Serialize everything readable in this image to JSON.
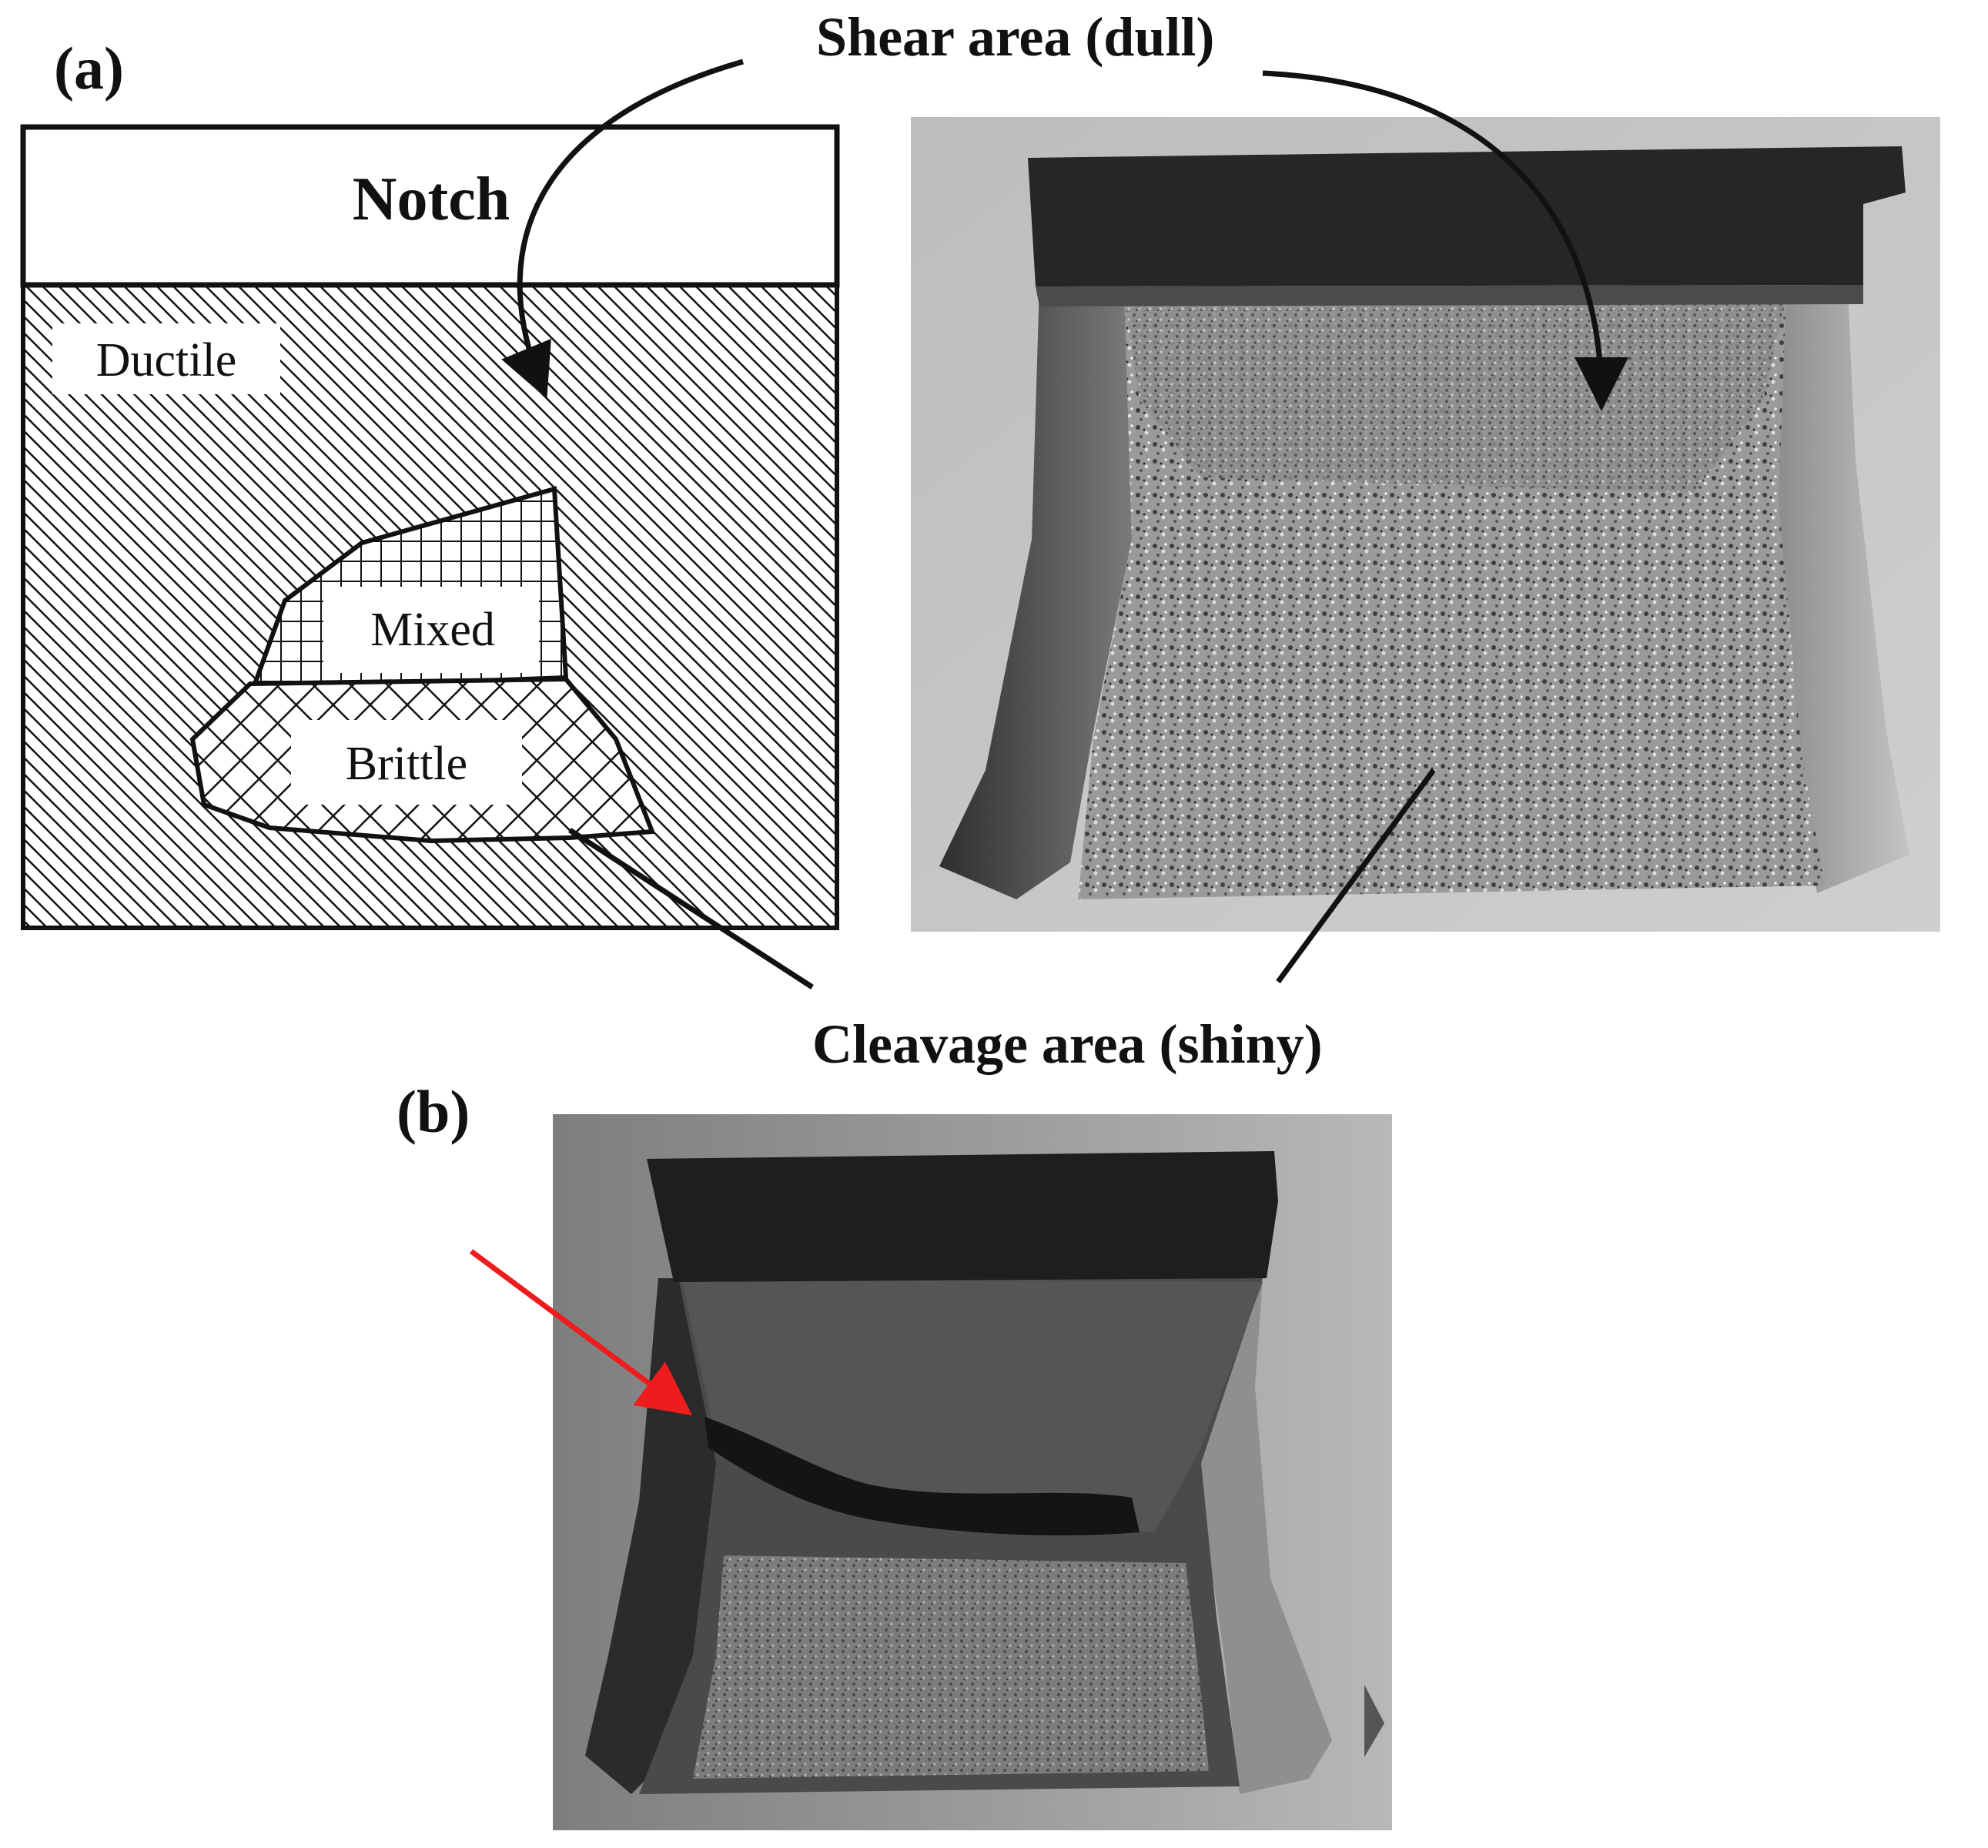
{
  "panel_a": {
    "label": "(a)",
    "schematic": {
      "notch_label": "Notch",
      "ductile_label": "Ductile",
      "mixed_label": "Mixed",
      "brittle_label": "Brittle"
    },
    "annotations": {
      "shear_label": "Shear area (dull)",
      "cleavage_label": "Cleavage area (shiny)"
    }
  },
  "panel_b": {
    "label": "(b)",
    "arrow_color": "#ee1c1c"
  }
}
